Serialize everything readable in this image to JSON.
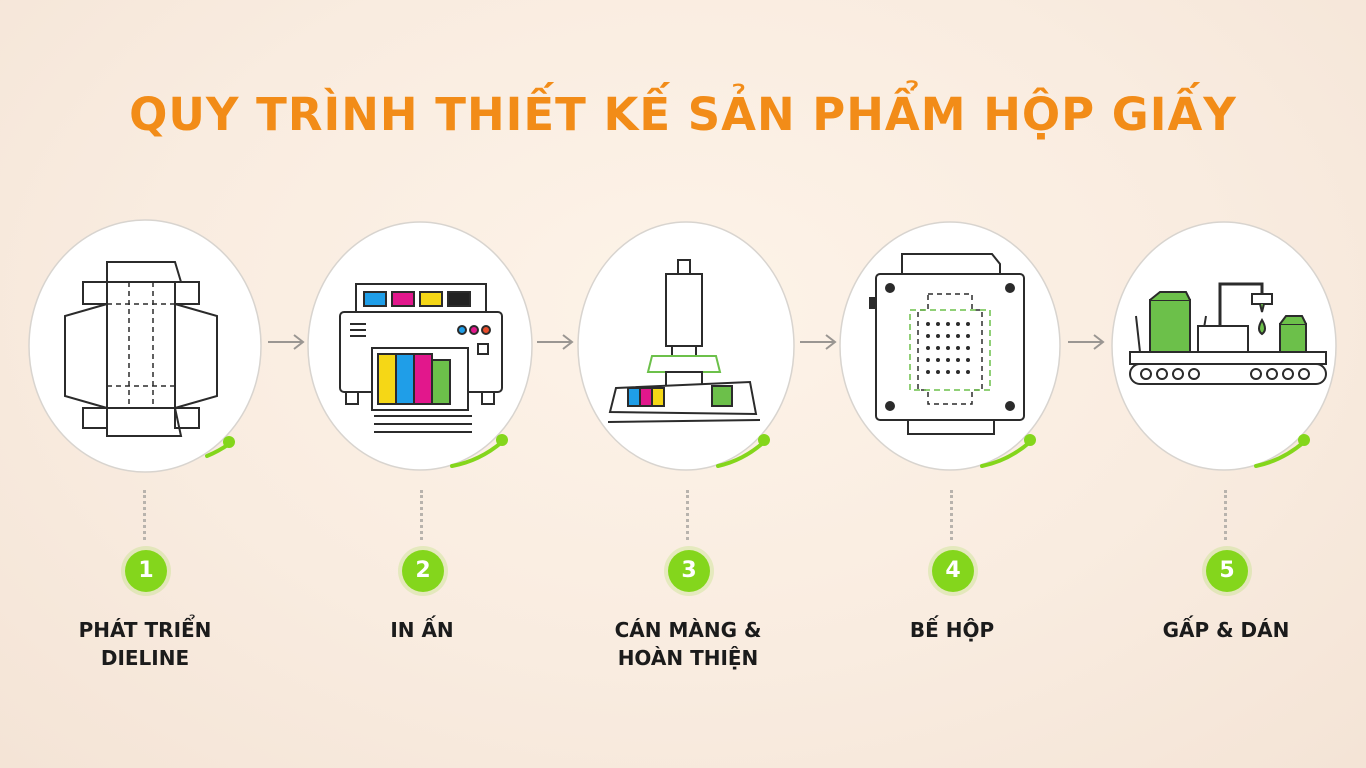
{
  "title": "QUY TRÌNH THIẾT KẾ SẢN PHẨM HỘP GIẤY",
  "colors": {
    "accent": "#f28c18",
    "badge": "#84d61c",
    "line": "#2b2b2b",
    "green": "#6cc04a"
  },
  "steps": [
    {
      "number": "1",
      "label": "PHÁT TRIỂN\nDIELINE",
      "icon": "dieline-icon"
    },
    {
      "number": "2",
      "label": "IN ẤN",
      "icon": "printer-icon"
    },
    {
      "number": "3",
      "label": "CÁN MÀNG &\nHOÀN THIỆN",
      "icon": "laminating-press-icon"
    },
    {
      "number": "4",
      "label": "BẾ HỘP",
      "icon": "die-cutting-machine-icon"
    },
    {
      "number": "5",
      "label": "GẤP & DÁN",
      "icon": "conveyor-gluing-icon"
    }
  ]
}
